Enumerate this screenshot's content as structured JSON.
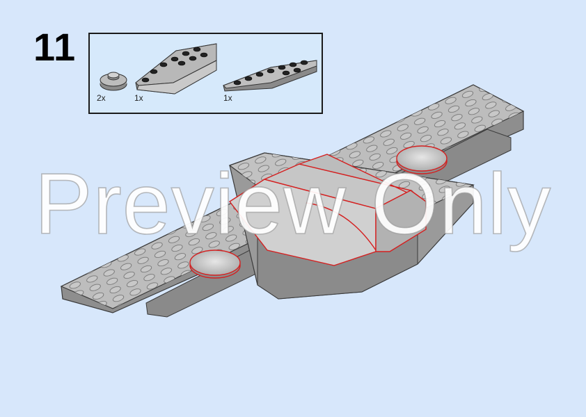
{
  "step": {
    "number": "11"
  },
  "parts_list": {
    "items": [
      {
        "name": "round-plate-1x1",
        "quantity": "2x",
        "icon": "round-plate-icon",
        "color": "#a4a4a4"
      },
      {
        "name": "wedge-slope-left",
        "quantity": "1x",
        "icon": "wedge-slope-icon",
        "color": "#a4a4a4"
      },
      {
        "name": "wedge-plate-right",
        "quantity": "1x",
        "icon": "wedge-plate-icon",
        "color": "#a4a4a4"
      }
    ]
  },
  "colors": {
    "background": "#d7e7fb",
    "parts_box_border": "#1a1a1a",
    "brick_gray": "#a4a4a4",
    "new_part_outline": "#d42020"
  },
  "watermark": {
    "text": "Preview Only"
  }
}
